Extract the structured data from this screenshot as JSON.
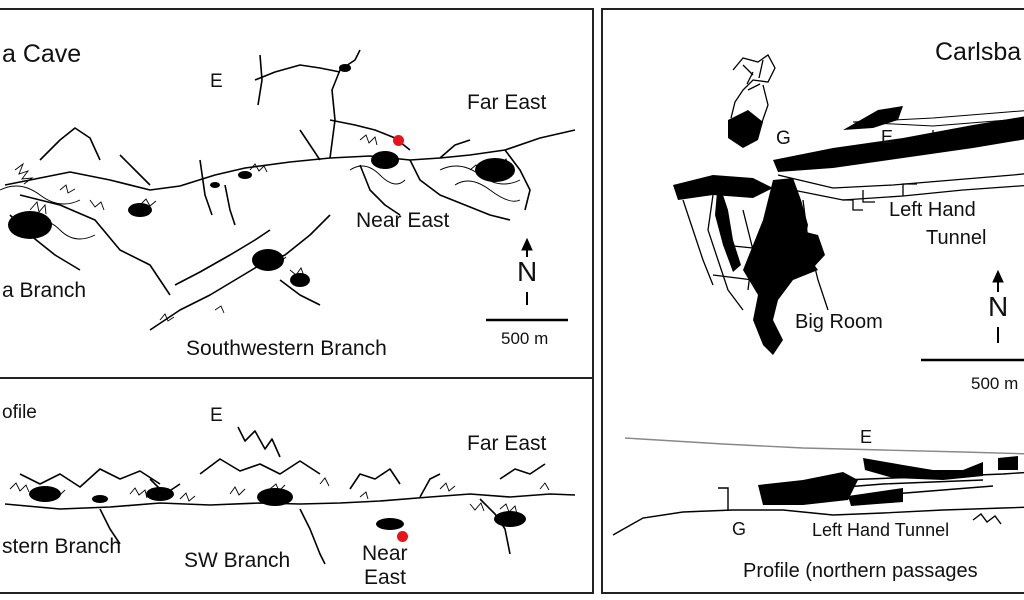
{
  "lechuguilla_plan": {
    "title": "a Cave",
    "labels": {
      "e": "E",
      "far_east": "Far East",
      "near_east": "Near East",
      "western_branch": "a Branch",
      "southwestern_branch": "Southwestern Branch",
      "north": "N",
      "scale": "500 m"
    }
  },
  "lechuguilla_profile": {
    "title": "ofile",
    "labels": {
      "e": "E",
      "far_east": "Far East",
      "western_branch": "stern Branch",
      "sw_branch": "SW Branch",
      "near_east_1": "Near",
      "near_east_2": "East"
    }
  },
  "carlsbad": {
    "title": "Carlsba",
    "labels": {
      "g": "G",
      "e": "E",
      "left_hand_tunnel_1": "Left Hand",
      "left_hand_tunnel_2": "Tunnel",
      "big_room": "Big Room",
      "north": "N",
      "scale": "500 m"
    },
    "profile": {
      "e": "E",
      "g": "G",
      "left_hand_tunnel": "Left Hand Tunnel",
      "caption": "Profile (northern passages"
    }
  },
  "colors": {
    "passage": "#000000",
    "marker": "#e8141a",
    "border": "#222222"
  }
}
